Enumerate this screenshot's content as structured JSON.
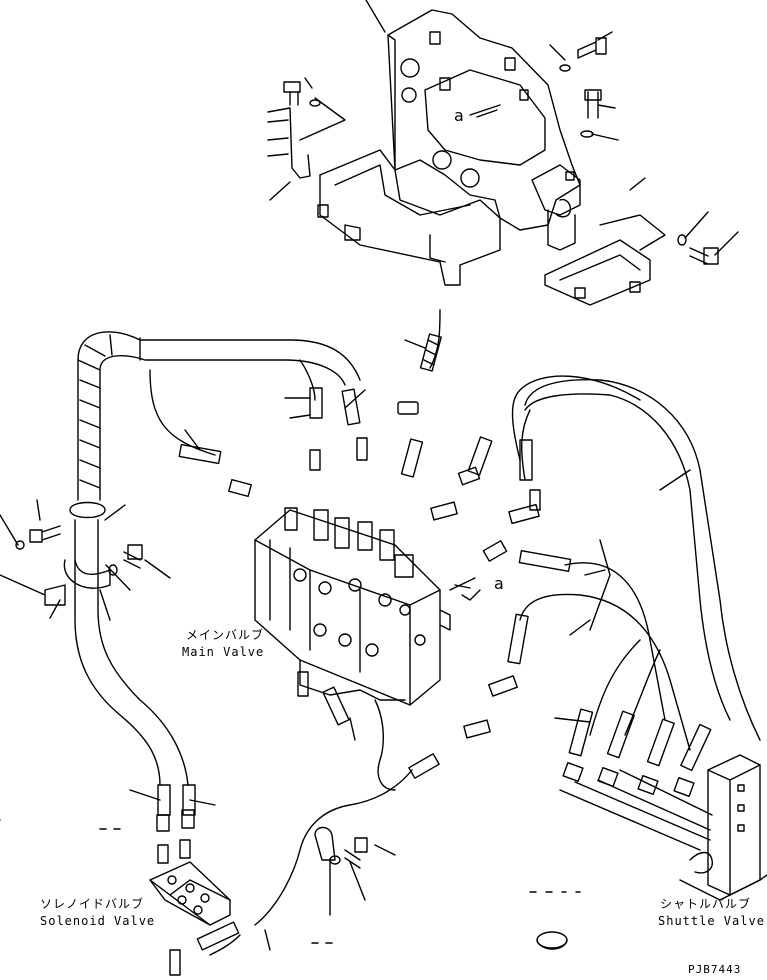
{
  "labels": {
    "main_valve_jp": "メインバルブ",
    "main_valve_en": "Main Valve",
    "solenoid_valve_jp": "ソレノイドバルブ",
    "solenoid_valve_en": "Solenoid Valve",
    "shuttle_valve_jp": "シャトルバルブ",
    "shuttle_valve_en": "Shuttle Valve",
    "view_mark_top": "a",
    "view_mark_mid": "a",
    "drawing_code": "PJB7443"
  },
  "colors": {
    "line": "#000000",
    "background": "#ffffff"
  }
}
